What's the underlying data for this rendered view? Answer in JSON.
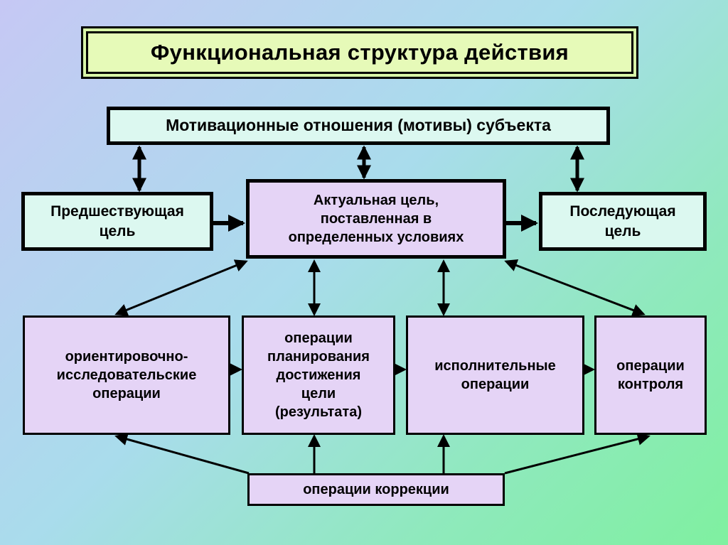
{
  "title": "Функциональная структура действия",
  "motives": "Мотивационные отношения (мотивы) субъекта",
  "prev_goal": [
    "Предшествующая",
    "цель"
  ],
  "actual_goal": [
    "Актуальная цель,",
    "поставленная в",
    "определенных условиях"
  ],
  "next_goal": [
    "Последующая",
    "цель"
  ],
  "operations": [
    [
      "ориентировочно-",
      "исследовательские",
      "операции"
    ],
    [
      "операции",
      "планирования",
      "достижения",
      "цели",
      "(результата)"
    ],
    [
      "исполнительные",
      "операции"
    ],
    [
      "операции",
      "контроля"
    ]
  ],
  "correction": "операции коррекции"
}
